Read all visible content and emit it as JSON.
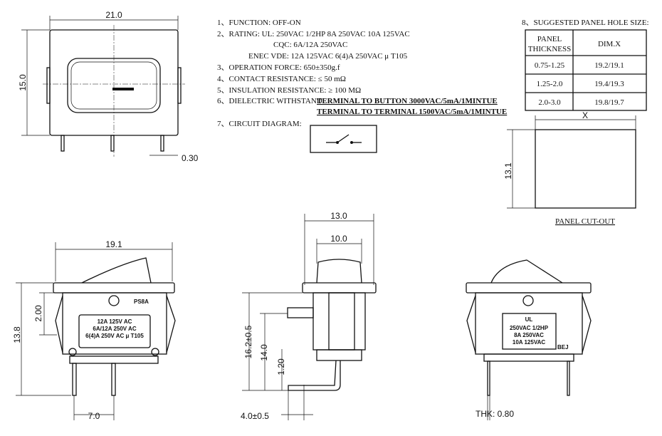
{
  "specs": {
    "s1": "1、FUNCTION:   OFF-ON",
    "s2": "2、RATING:      UL: 250VAC 1/2HP 8A 250VAC 10A 125VAC",
    "s2b": "CQC: 6A/12A  250VAC",
    "s2c": "ENEC VDE: 12A 125VAC  6(4)A 250VAC μ T105",
    "s3": "3、OPERATION FORCE: 650±350g.f",
    "s4": "4、CONTACT RESISTANCE: ≤ 50 mΩ",
    "s5": "5、INSULATION RESISTANCE: ≥ 100 MΩ",
    "s6": "6、DIELECTRIC WITHSTAND:",
    "s6a": "TERMINAL TO BUTTON 3000VAC/5mA/1MINTUE",
    "s6b": "TERMINAL TO TERMINAL 1500VAC/5mA/1MINTUE",
    "s7": "7、CIRCUIT DIAGRAM:"
  },
  "panel": {
    "title": "8、SUGGESTED PANEL HOLE SIZE:",
    "h1a": "PANEL",
    "h1b": "THICKNESS",
    "h2": "DIM.X",
    "rows": [
      [
        "0.75-1.25",
        "19.2/19.1"
      ],
      [
        "1.25-2.0",
        "19.4/19.3"
      ],
      [
        "2.0-3.0",
        "19.8/19.7"
      ]
    ],
    "x_label": "X",
    "height_label": "13.1",
    "cutout_label": "PANEL CUT-OUT"
  },
  "dims": {
    "top_w": "21.0",
    "top_h": "15.0",
    "pin_t": "0.30",
    "bl_w": "19.1",
    "bl_h": "13.8",
    "bl_h2": "2.00",
    "bl_pitch": "7.0",
    "m_w1": "13.0",
    "m_w2": "10.0",
    "m_h1": "16.2±0.5",
    "m_h2": "14.0",
    "m_h3": "1.20",
    "m_off": "4.0±0.5",
    "thk": "THK: 0.80"
  },
  "labels": {
    "model": "PS8A",
    "l1": "12A 125V AC",
    "l2": "6A/12A 250V AC",
    "l3": "6(4)A 250V AC μ T105",
    "r1": "250VAC 1/2HP",
    "r2": "8A  250VAC",
    "r3": "10A  125VAC",
    "code": "BEJ"
  }
}
